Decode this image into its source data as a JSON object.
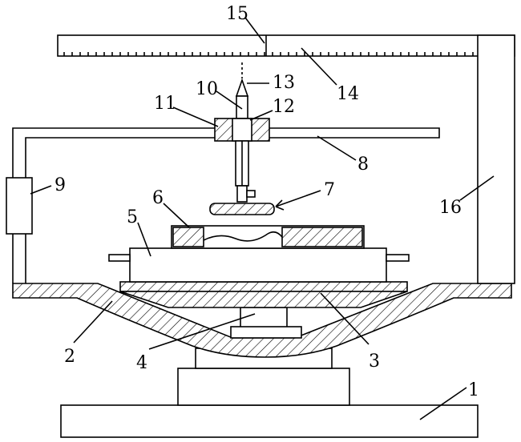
{
  "diagram": {
    "labels": [
      {
        "id": "1",
        "text": "1"
      },
      {
        "id": "2",
        "text": "2"
      },
      {
        "id": "3",
        "text": "3"
      },
      {
        "id": "4",
        "text": "4"
      },
      {
        "id": "5",
        "text": "5"
      },
      {
        "id": "6",
        "text": "6"
      },
      {
        "id": "7",
        "text": "7"
      },
      {
        "id": "8",
        "text": "8"
      },
      {
        "id": "9",
        "text": "9"
      },
      {
        "id": "10",
        "text": "10"
      },
      {
        "id": "11",
        "text": "11"
      },
      {
        "id": "12",
        "text": "12"
      },
      {
        "id": "13",
        "text": "13"
      },
      {
        "id": "14",
        "text": "14"
      },
      {
        "id": "15",
        "text": "15"
      },
      {
        "id": "16",
        "text": "16"
      }
    ]
  }
}
